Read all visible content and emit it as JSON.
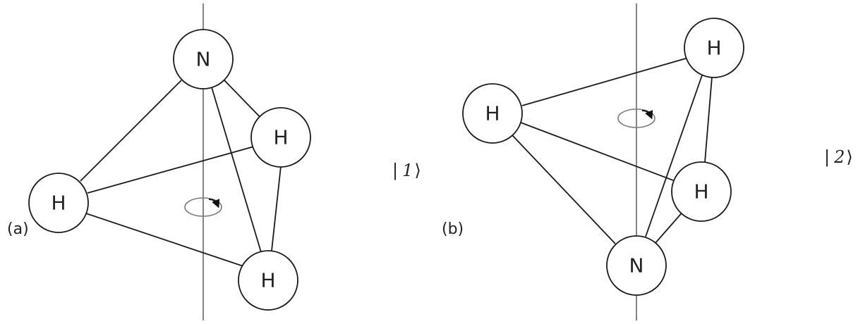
{
  "panels": [
    {
      "label": "(a)",
      "state_label": {
        "prefix": "|",
        "index": "1",
        "suffix": "⟩"
      },
      "atoms": {
        "n": "N",
        "h1": "H",
        "h2": "H",
        "h3": "H"
      }
    },
    {
      "label": "(b)",
      "state_label": {
        "prefix": "|",
        "index": "2",
        "suffix": "⟩"
      },
      "atoms": {
        "n": "N",
        "h1": "H",
        "h2": "H",
        "h3": "H"
      }
    }
  ],
  "colors": {
    "bond": "#1a1a1a",
    "atom_stroke": "#1a1a1a",
    "axis": "#666666",
    "rotation": "#7a7a7a"
  }
}
